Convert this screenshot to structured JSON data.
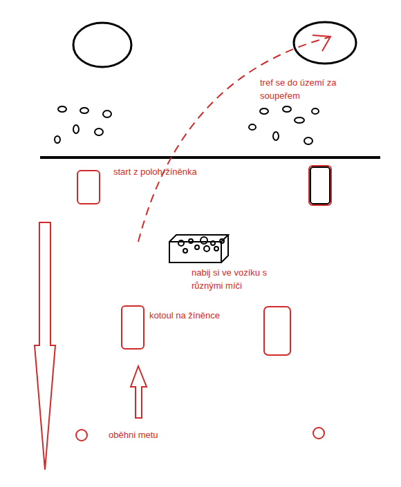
{
  "diagram": {
    "labels": [
      "tref se do území za soupeřem",
      "start z poloh-žíněnka",
      "nabij si ve vozíku s různými míči",
      "kotoul na žíněnce",
      "oběhni metu"
    ]
  }
}
